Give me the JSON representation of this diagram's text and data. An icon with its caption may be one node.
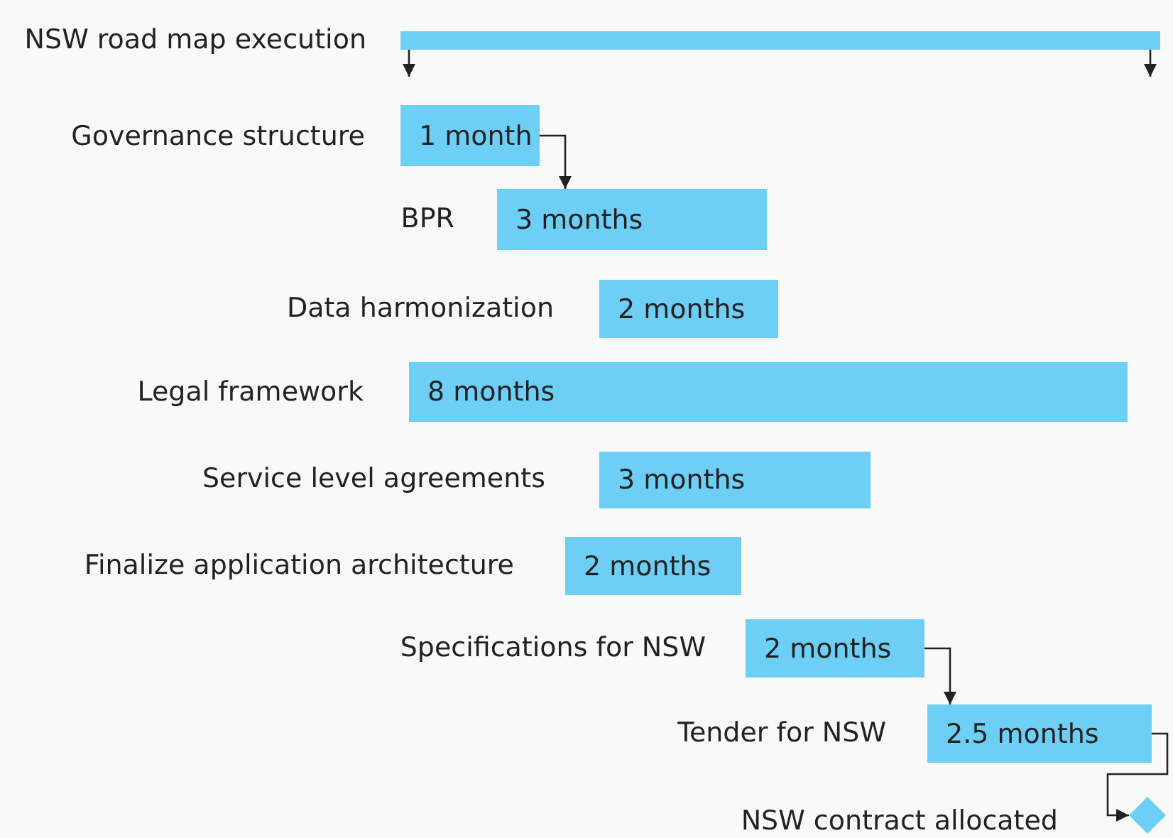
{
  "diagram": {
    "nodes": [
      {
        "text": [],
        "shape": "bar",
        "beside": [
          "NSW road map execution"
        ]
      },
      {
        "text": [
          "1 month"
        ],
        "beside": [
          "Governance structure"
        ]
      },
      {
        "text": [
          "3 months"
        ],
        "beside": [
          "BPR"
        ]
      },
      {
        "text": [
          "2 months"
        ],
        "beside": [
          "Data harmonization"
        ]
      },
      {
        "text": [
          "8 months"
        ],
        "beside": [
          "Legal framework"
        ]
      },
      {
        "text": [
          "3 months"
        ],
        "beside": [
          "Service level agreements"
        ]
      },
      {
        "text": [
          "2 months"
        ],
        "beside": [
          "Finalize application architecture"
        ]
      },
      {
        "text": [
          "2 months"
        ],
        "beside": [
          "Specifications for NSW"
        ]
      },
      {
        "text": [
          "2.5 months"
        ],
        "beside": [
          "Tender for NSW"
        ]
      },
      {
        "text": [],
        "shape": "diamond",
        "beside": [
          "NSW contract allocated"
        ]
      }
    ],
    "edges": [
      {
        "from": 0,
        "to": null,
        "arrow": "to"
      },
      {
        "from": 0,
        "to": null,
        "arrow": "to"
      },
      {
        "from": 1,
        "to": 2,
        "arrow": "to"
      },
      {
        "from": 7,
        "to": 8,
        "arrow": "to"
      },
      {
        "from": 8,
        "to": 9,
        "arrow": "to"
      }
    ]
  }
}
